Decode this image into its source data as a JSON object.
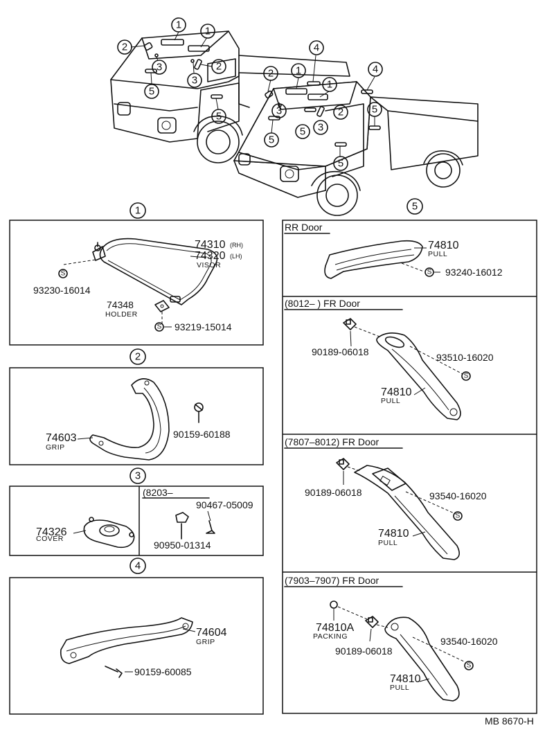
{
  "callouts": {
    "c1": "1",
    "c2": "2",
    "c3": "3",
    "c4": "4",
    "c5": "5"
  },
  "section1": {
    "visor_no_rh": "74310",
    "rh": "(RH)",
    "visor_no_lh": "74320",
    "lh": "(LH)",
    "visor_name": "VISOR",
    "screw1": "93230-16014",
    "holder_no": "74348",
    "holder_name": "HOLDER",
    "screw2": "93219-15014",
    "s_mark": "S"
  },
  "section2": {
    "grip_no": "74603",
    "grip_name": "GRIP",
    "bolt": "90159-60188"
  },
  "section3": {
    "cover_no": "74326",
    "cover_name": "COVER",
    "range_label": "(8203–",
    "clip": "90467-05009",
    "nut": "90950-01314"
  },
  "section4": {
    "grip_no": "74604",
    "grip_name": "GRIP",
    "screw": "90159-60085"
  },
  "section5": {
    "rr_title": "RR Door",
    "rr_pull_no": "74810",
    "rr_pull_name": "PULL",
    "rr_screw": "93240-16012",
    "fr1_title": "(8012–        ) FR Door",
    "fr1_clip": "90189-06018",
    "fr1_screw": "93510-16020",
    "fr1_pull_no": "74810",
    "fr1_pull_name": "PULL",
    "fr2_title": "(7807–8012) FR Door",
    "fr2_clip": "90189-06018",
    "fr2_screw": "93540-16020",
    "fr2_pull_no": "74810",
    "fr2_pull_name": "PULL",
    "fr3_title": "(7903–7907) FR Door",
    "fr3_packing_no": "74810A",
    "fr3_packing_name": "PACKING",
    "fr3_clip": "90189-06018",
    "fr3_screw": "93540-16020",
    "fr3_pull_no": "74810",
    "fr3_pull_name": "PULL"
  },
  "footer": {
    "code": "MB  8670-H"
  }
}
